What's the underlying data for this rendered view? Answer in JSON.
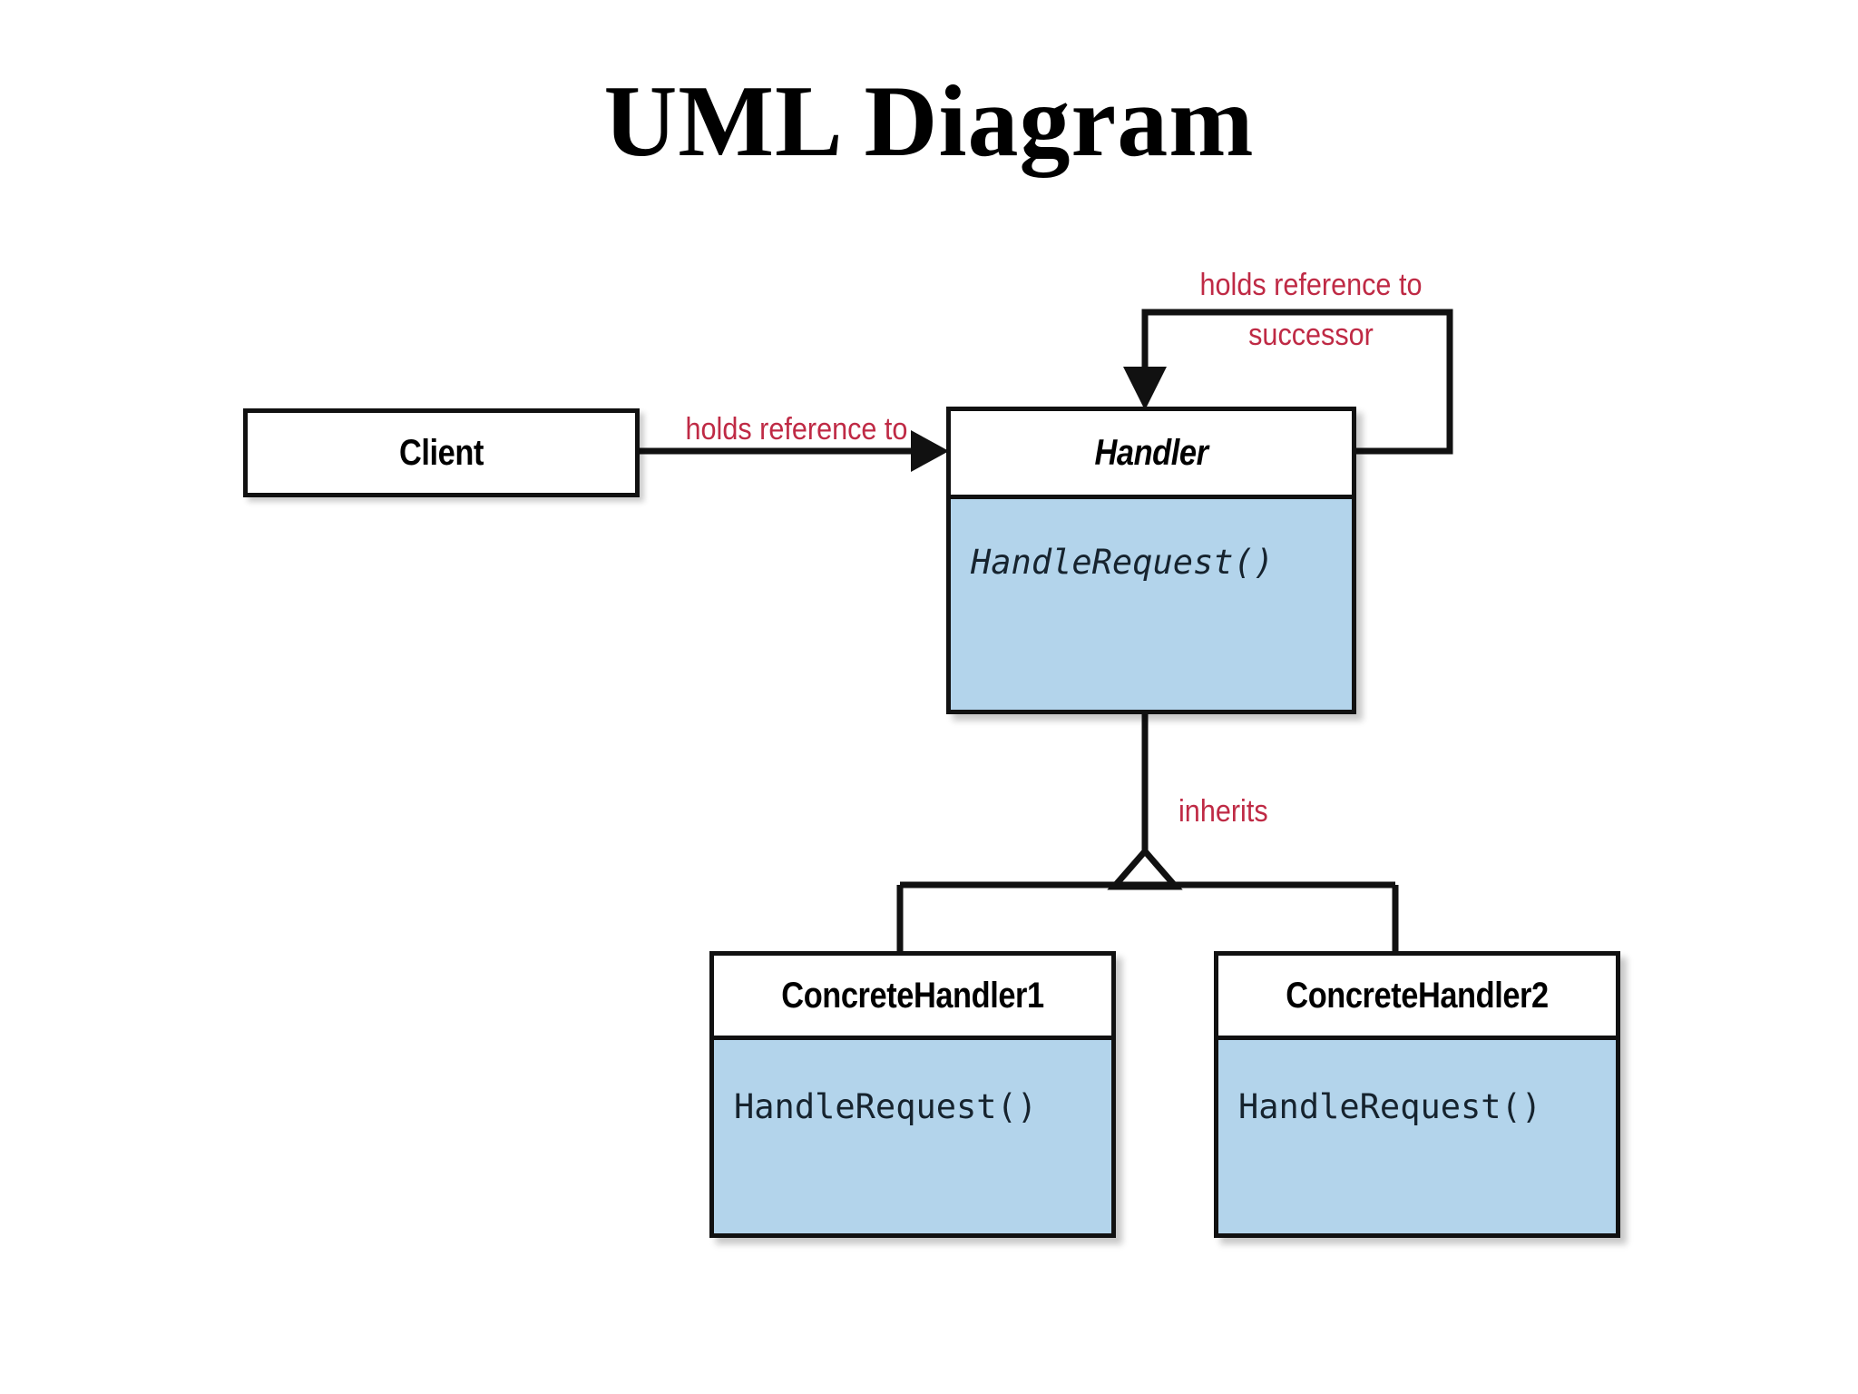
{
  "title": "UML Diagram",
  "colors": {
    "operation_fill": "#b3d4eb",
    "border": "#111111",
    "label_red": "#bf2a45",
    "background": "#ffffff",
    "text": "#000000"
  },
  "classes": {
    "client": {
      "name": "Client",
      "operations": []
    },
    "handler": {
      "name": "Handler",
      "operations": [
        "HandleRequest()"
      ],
      "abstract": true
    },
    "concrete_handler_1": {
      "name": "ConcreteHandler1",
      "operations": [
        "HandleRequest()"
      ],
      "abstract": false
    },
    "concrete_handler_2": {
      "name": "ConcreteHandler2",
      "operations": [
        "HandleRequest()"
      ],
      "abstract": false
    }
  },
  "relations": {
    "client_to_handler": {
      "label": "holds reference to",
      "kind": "association-arrow"
    },
    "handler_self": {
      "label_line1": "holds reference to",
      "label_line2": "successor",
      "kind": "self-association-arrow"
    },
    "inheritance": {
      "label": "inherits",
      "kind": "generalization"
    }
  }
}
